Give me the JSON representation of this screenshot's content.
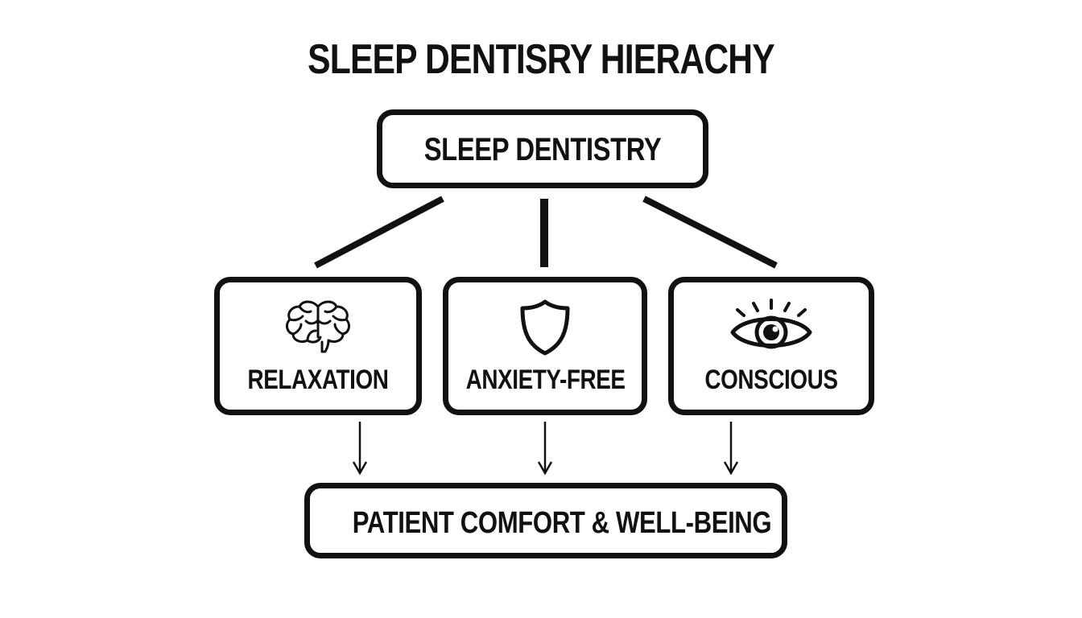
{
  "title": "SLEEP DENTISRY HIERACHY",
  "root": {
    "label": "SLEEP DENTISTRY"
  },
  "children": [
    {
      "label": "RELAXATION",
      "icon": "brain-icon"
    },
    {
      "label": "ANXIETY-FREE",
      "icon": "shield-icon"
    },
    {
      "label": "CONSCIOUS",
      "icon": "eye-icon"
    }
  ],
  "outcome": {
    "label": "PATIENT COMFORT & WELL-BEING"
  },
  "colors": {
    "stroke": "#111111",
    "background": "#ffffff"
  }
}
